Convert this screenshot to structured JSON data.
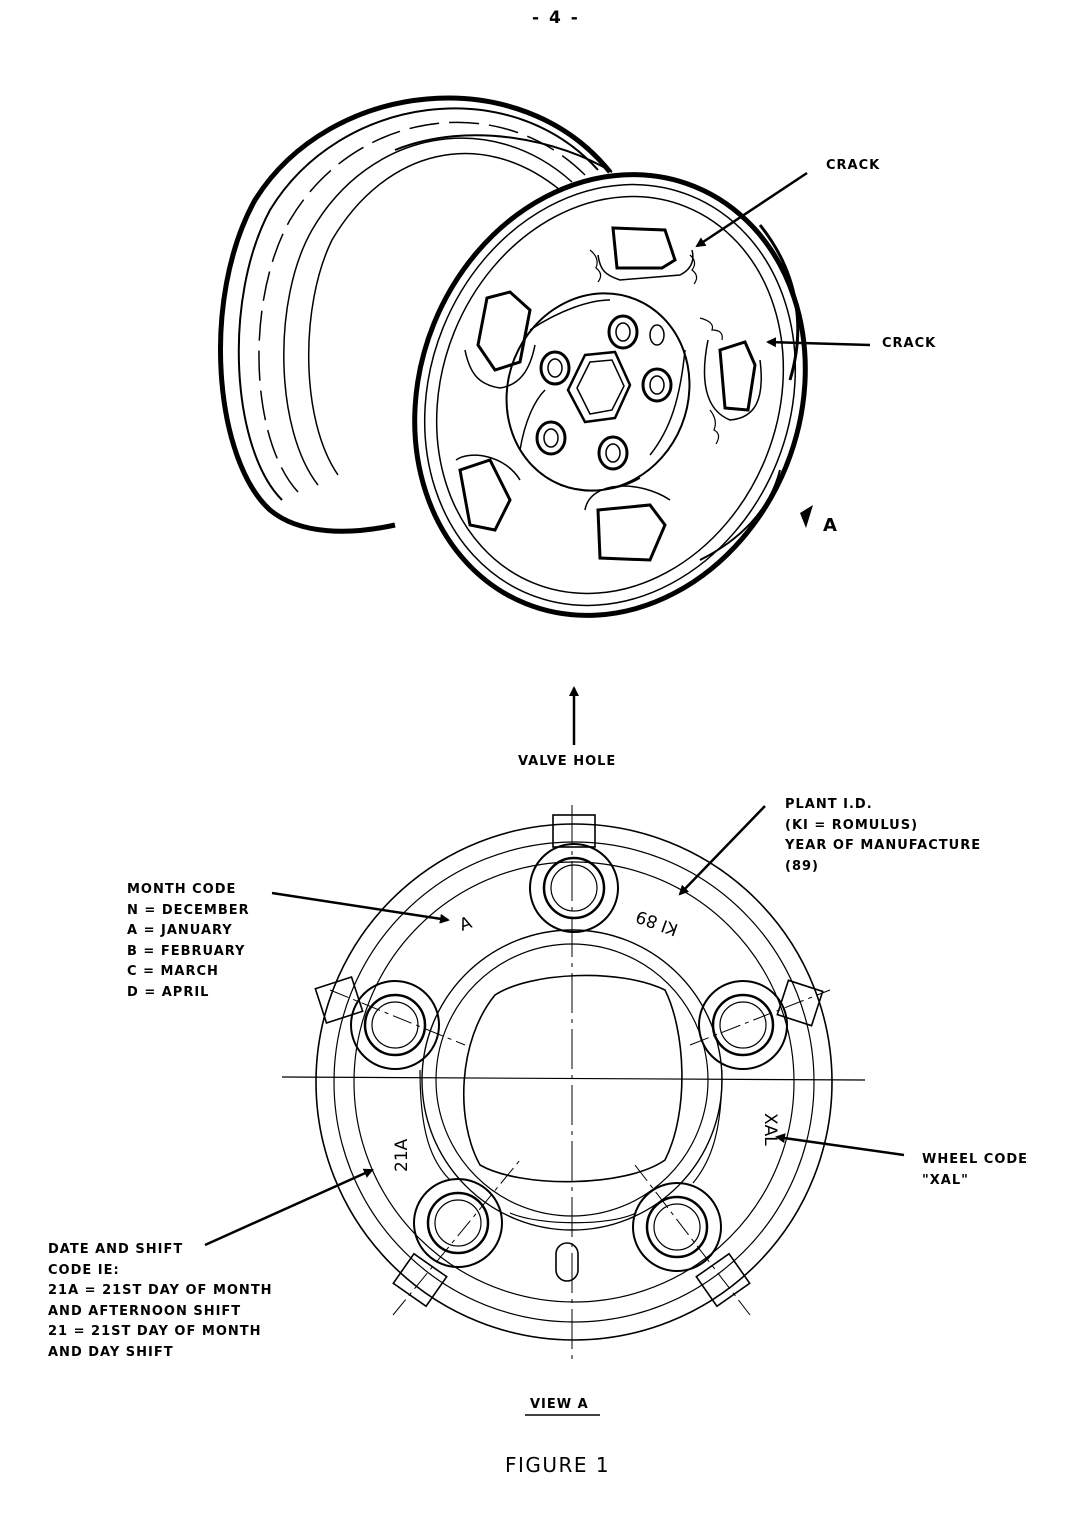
{
  "page_number": "- 4 -",
  "figure_title": "FIGURE 1",
  "view_title": "VIEW A",
  "view_marker": "A",
  "crack_label_upper": "CRACK",
  "crack_label_right": "CRACK",
  "valve_hole_label": "VALVE HOLE",
  "plant_id": {
    "lines": [
      "PLANT I.D.",
      "(KI = ROMULUS)",
      "YEAR OF MANUFACTURE",
      "(89)"
    ]
  },
  "month_code": {
    "lines": [
      "MONTH CODE",
      "N = DECEMBER",
      "A = JANUARY",
      "B = FEBRUARY",
      "C = MARCH",
      "D = APRIL"
    ]
  },
  "wheel_code": {
    "lines": [
      "WHEEL CODE",
      "\"XAL\""
    ]
  },
  "date_shift": {
    "lines": [
      "DATE AND SHIFT",
      "CODE IE:",
      "21A = 21ST DAY OF MONTH",
      "AND AFTERNOON SHIFT",
      "21 = 21ST DAY OF MONTH",
      "AND DAY SHIFT"
    ]
  },
  "stamps": {
    "month": "A",
    "plant_year": "KI 89",
    "wheel": "XAL",
    "date": "21A"
  }
}
